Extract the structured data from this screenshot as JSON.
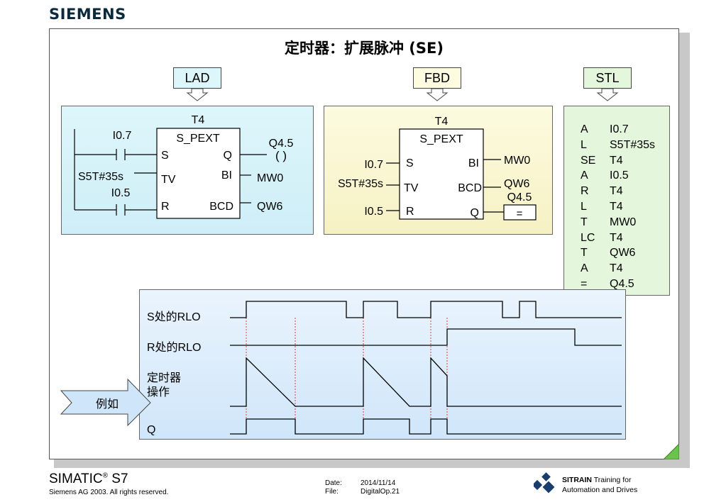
{
  "brand": "SIEMENS",
  "title": "定时器：扩展脉冲 (SE)",
  "tabs": {
    "lad": "LAD",
    "fbd": "FBD",
    "stl": "STL"
  },
  "lad": {
    "timer": "T4",
    "block": "S_PEXT",
    "pin_s": "S",
    "pin_tv": "TV",
    "pin_r": "R",
    "pin_q": "Q",
    "pin_bi": "BI",
    "pin_bcd": "BCD",
    "in_s": "I0.7",
    "in_tv": "S5T#35s",
    "in_r": "I0.5",
    "out_q": "Q4.5",
    "coil": "(  )",
    "out_bi": "MW0",
    "out_bcd": "QW6"
  },
  "fbd": {
    "timer": "T4",
    "block": "S_PEXT",
    "pin_s": "S",
    "pin_tv": "TV",
    "pin_r": "R",
    "pin_q": "Q",
    "pin_bi": "BI",
    "pin_bcd": "BCD",
    "in_s": "I0.7",
    "in_tv": "S5T#35s",
    "in_r": "I0.5",
    "out_bi": "MW0",
    "out_bcd": "QW6",
    "out_q": "Q4.5",
    "assign": "="
  },
  "stl": [
    {
      "op": "A",
      "arg": "I0.7"
    },
    {
      "op": "L",
      "arg": "S5T#35s"
    },
    {
      "op": "SE",
      "arg": "T4"
    },
    {
      "op": "A",
      "arg": "I0.5"
    },
    {
      "op": "R",
      "arg": "T4"
    },
    {
      "op": "L",
      "arg": "T4"
    },
    {
      "op": "T",
      "arg": "MW0"
    },
    {
      "op": "LC",
      "arg": "T4"
    },
    {
      "op": "T",
      "arg": "QW6"
    },
    {
      "op": "A",
      "arg": "T4"
    },
    {
      "op": "=",
      "arg": "Q4.5"
    }
  ],
  "timing": {
    "label_s": "S处的RLO",
    "label_r": "R处的RLO",
    "label_timer_1": "定时器",
    "label_timer_2": "操作",
    "label_q": "Q",
    "example": "例如"
  },
  "footer": {
    "product": "SIMATIC",
    "reg": "®",
    "product_suffix": " S7",
    "copyright": "Siemens AG 2003. All rights reserved.",
    "date_label": "Date:",
    "date_value": "2014/11/14",
    "file_label": "File:",
    "file_value": "DigitalOp.21",
    "sitrain_bold": "SITRAIN",
    "sitrain_rest": " Training for",
    "sitrain_line2": "Automation and Drives"
  },
  "colors": {
    "lad_bg": "#ddf6fb",
    "fbd_bg": "#fdfbe0",
    "stl_bg": "#e4f6dc",
    "timing_bg": "#dcedfb",
    "marker": "#e04040",
    "corner": "#6cc34a"
  }
}
